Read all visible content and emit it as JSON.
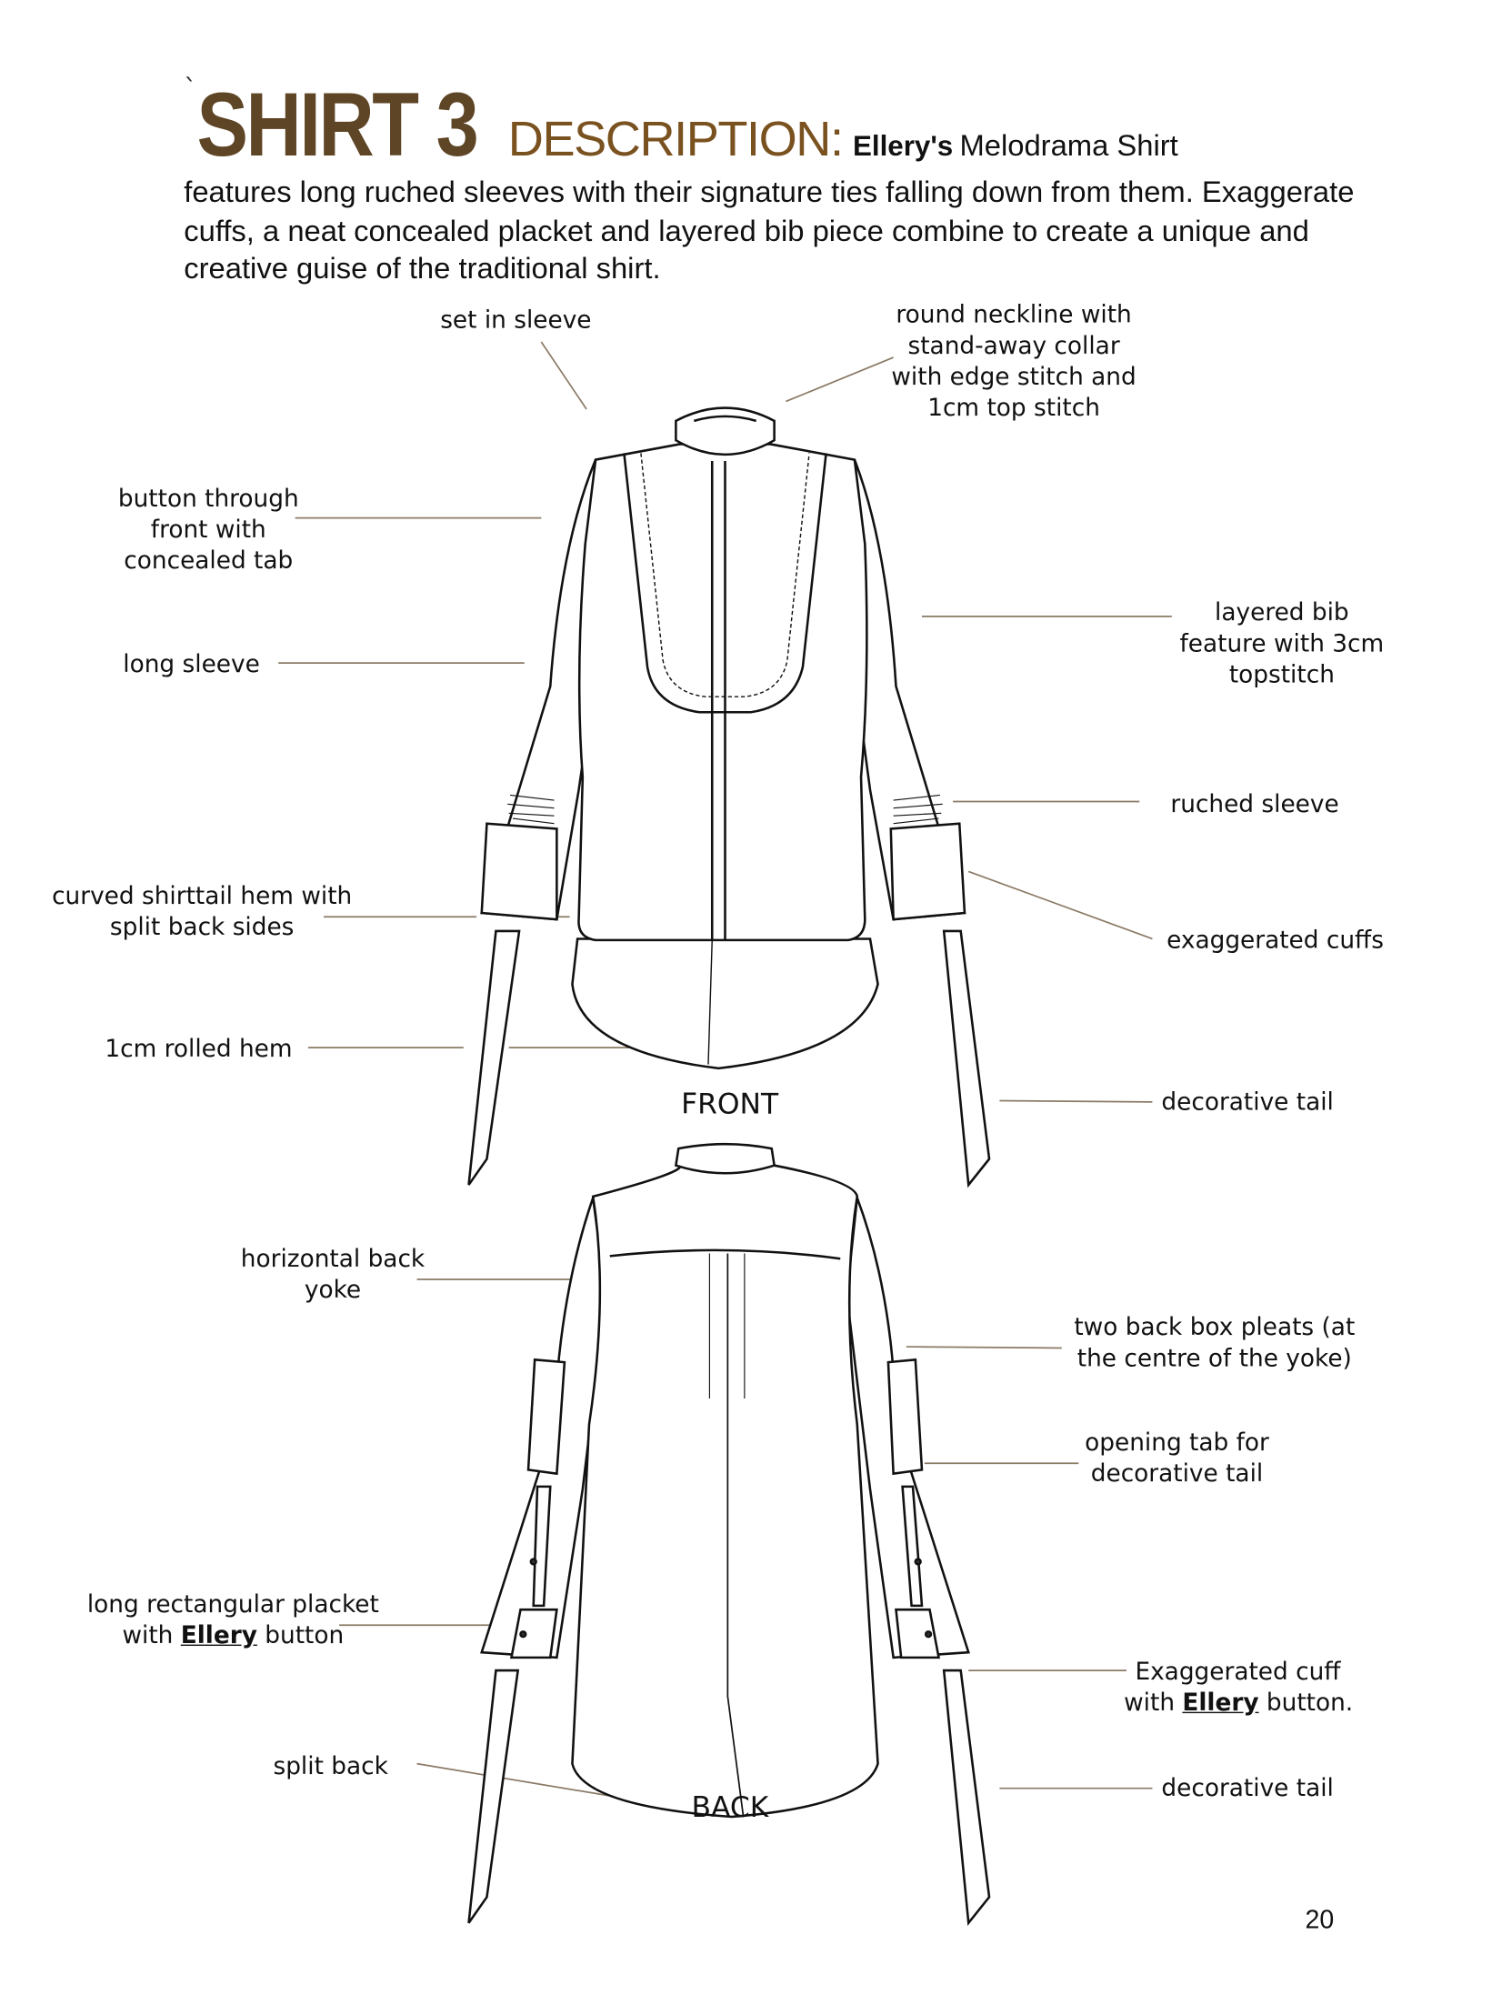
{
  "header": {
    "backtick": "`",
    "shirt_title": "SHIRT 3",
    "description_label": "DESCRIPTION:",
    "brand": "Ellery's",
    "shirt_name": "Melodrama Shirt"
  },
  "intro": "features long ruched sleeves with their signature ties falling down from them. Exaggerate cuffs, a neat concealed placket and layered bib piece combine to create a unique and creative guise of the traditional shirt.",
  "front": {
    "view_label": "FRONT",
    "labels": {
      "set_in_sleeve": "set in sleeve",
      "neckline": [
        "round neckline with",
        "stand-away collar",
        "with edge stitch and",
        "1cm top stitch"
      ],
      "button_through": [
        "button through",
        "front with",
        "concealed tab"
      ],
      "long_sleeve": "long sleeve",
      "layered_bib": [
        "layered bib",
        "feature with 3cm",
        "topstitch"
      ],
      "ruched_sleeve": "ruched sleeve",
      "curved_hem": [
        "curved shirttail hem with",
        "split back sides"
      ],
      "exaggerated_cuffs": "exaggerated cuffs",
      "rolled_hem": "1cm rolled hem",
      "decorative_tail": "decorative tail"
    }
  },
  "back": {
    "view_label": "BACK",
    "labels": {
      "back_yoke": [
        "horizontal back",
        "yoke"
      ],
      "box_pleats": [
        "two back box pleats (at",
        "the centre of the yoke)"
      ],
      "opening_tab": [
        "opening tab for",
        "decorative tail"
      ],
      "placket_line1": "long rectangular placket",
      "placket_with": "with",
      "placket_brand": "Ellery",
      "placket_button": "button",
      "cuff_line1": "Exaggerated cuff",
      "cuff_with": "with",
      "cuff_brand": "Ellery",
      "cuff_button": "button.",
      "split_back": "split back",
      "decorative_tail": "decorative tail"
    }
  },
  "page_number": "20",
  "colors": {
    "title": "#5e4526",
    "description": "#7a5220",
    "leader": "#8a7a66"
  }
}
